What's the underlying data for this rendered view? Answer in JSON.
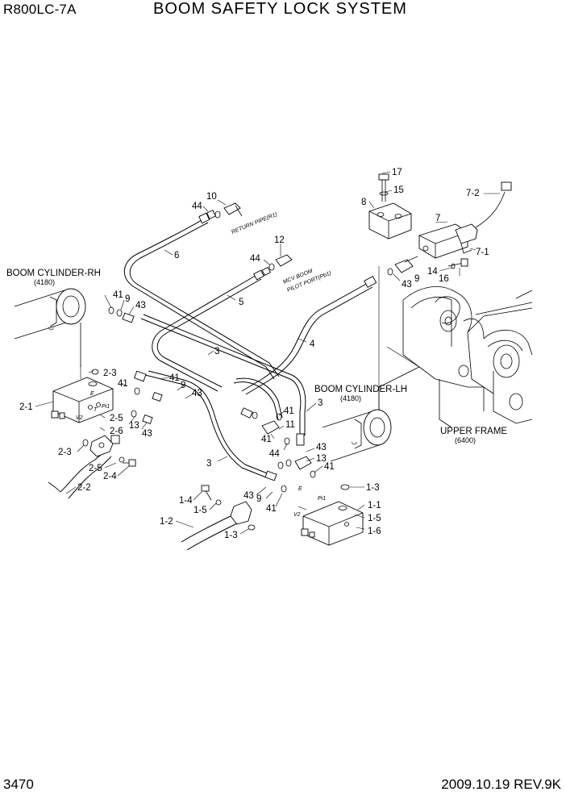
{
  "header": {
    "model": "R800LC-7A",
    "title": "BOOM SAFETY LOCK SYSTEM"
  },
  "footer": {
    "page_number": "3470",
    "date_rev": "2009.10.19  REV.9K"
  },
  "callouts": {
    "boom_cyl_rh": "BOOM CYLINDER-RH",
    "boom_cyl_rh_code": "(4180)",
    "boom_cyl_lh": "BOOM CYLINDER-LH",
    "boom_cyl_lh_code": "(4180)",
    "upper_frame": "UPPER FRAME",
    "upper_frame_code": "(6400)",
    "return_pipe": "RETURN PIPE(R1)",
    "mcv_boom": "MCV BOOM",
    "pilot_port": "PILOT PORT(Pb1)"
  },
  "port_marks": {
    "pi1_a": "Pi1",
    "e_a": "E",
    "t_a": "T",
    "v2_a": "V2",
    "pi1_b": "Pi1",
    "e_b": "E",
    "v2_b": "V2"
  },
  "part_numbers": {
    "p17": "17",
    "p15": "15",
    "p8": "8",
    "p7_2": "7-2",
    "p7": "7",
    "p7_1": "7-1",
    "p10": "10",
    "p44_a": "44",
    "p6": "6",
    "p12": "12",
    "p44_b": "44",
    "p14": "14",
    "p16": "16",
    "p43_a": "43",
    "p9_a": "9",
    "p5": "5",
    "p41_a": "41",
    "p9_b": "9",
    "p43_b": "43",
    "p4": "4",
    "p3_a": "3",
    "p2_3_a": "2-3",
    "p41_b": "41",
    "p41_c": "41",
    "p9_c": "9",
    "p43_c": "43",
    "p2_1": "2-1",
    "p2_5_a": "2-5",
    "p13_a": "13",
    "p2_6": "2-6",
    "p43_d": "43",
    "p3_b": "3",
    "p41_d": "41",
    "p11": "11",
    "p44_c": "44",
    "p41_e": "41",
    "p43_e": "43",
    "p13_b": "13",
    "p41_f": "41",
    "p2_3_b": "2-3",
    "p3_c": "3",
    "p2_5_b": "2-5",
    "p2_4": "2-4",
    "p2_2": "2-2",
    "p43_f": "43",
    "p9_d": "9",
    "p41_g": "41",
    "p1_3_a": "1-3",
    "p1_1": "1-1",
    "p1_5_a": "1-5",
    "p1_6": "1-6",
    "p1_4": "1-4",
    "p1_5_b": "1-5",
    "p1_2": "1-2",
    "p1_3_b": "1-3"
  }
}
